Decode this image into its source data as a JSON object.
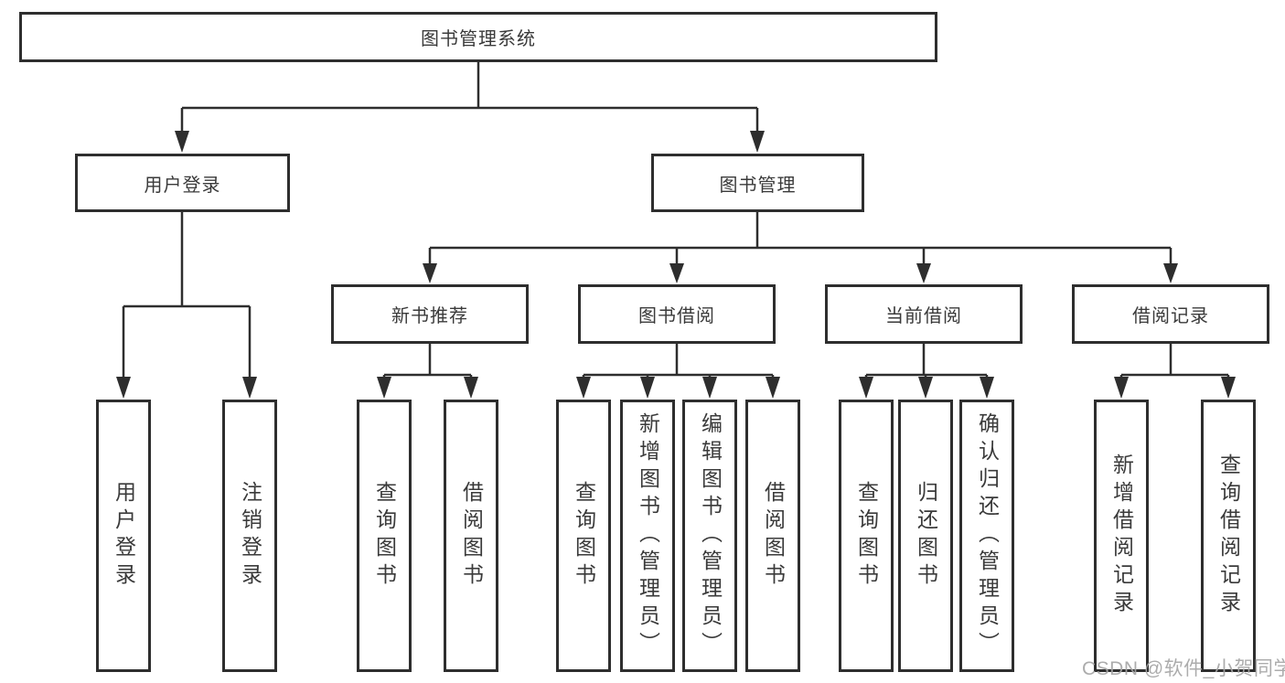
{
  "root": {
    "label": "图书管理系统",
    "children": [
      {
        "label": "用户登录",
        "children": [
          {
            "label": "用户登录"
          },
          {
            "label": "注销登录"
          }
        ]
      },
      {
        "label": "图书管理",
        "children": [
          {
            "label": "新书推荐",
            "children": [
              {
                "label": "查询图书"
              },
              {
                "label": "借阅图书"
              }
            ]
          },
          {
            "label": "图书借阅",
            "children": [
              {
                "label": "查询图书"
              },
              {
                "label": "新增图书（管理员）"
              },
              {
                "label": "编辑图书（管理员）"
              },
              {
                "label": "借阅图书"
              }
            ]
          },
          {
            "label": "当前借阅",
            "children": [
              {
                "label": "查询图书"
              },
              {
                "label": "归还图书"
              },
              {
                "label": "确认归还（管理员）"
              }
            ]
          },
          {
            "label": "借阅记录",
            "children": [
              {
                "label": "新增借阅记录"
              },
              {
                "label": "查询借阅记录"
              }
            ]
          }
        ]
      }
    ]
  },
  "watermark": {
    "text": "CSDN @软件_小贺同学"
  },
  "colors": {
    "line": "#2e2e2e",
    "text": "#3a3a3a",
    "watermark": "#a6a6a6"
  }
}
